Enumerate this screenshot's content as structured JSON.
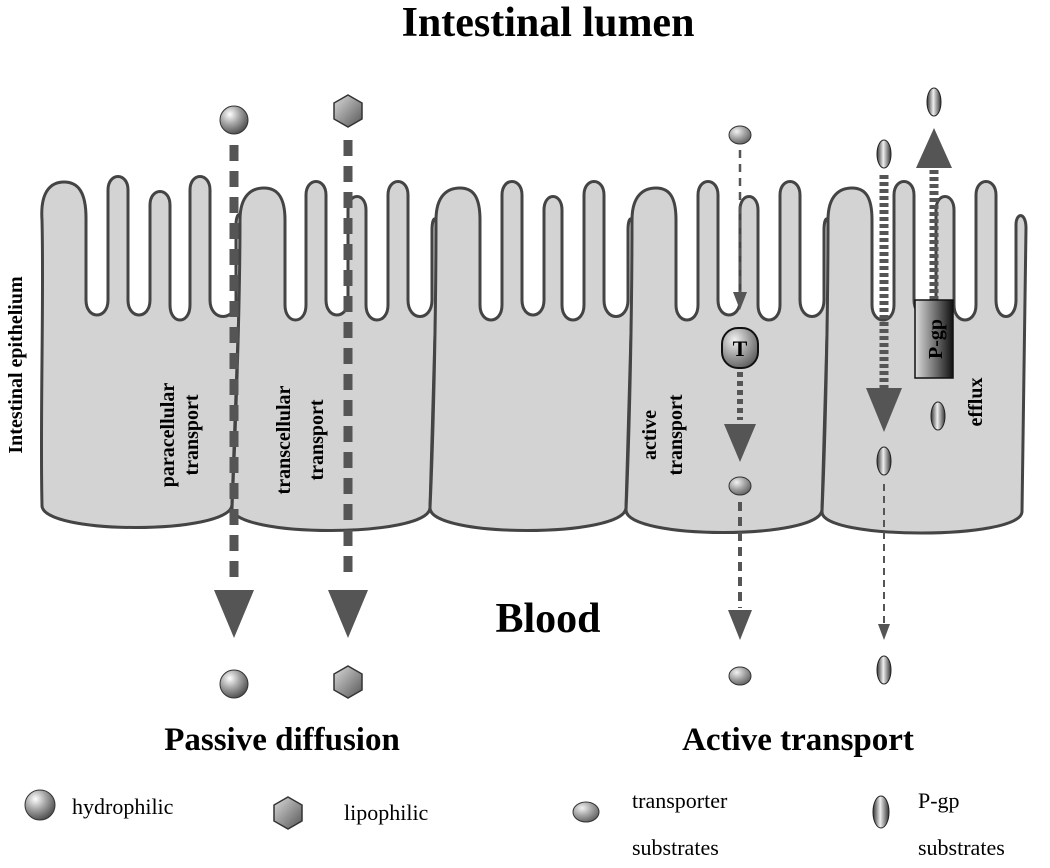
{
  "title": "Intestinal lumen",
  "epithelium_label": "Intestinal epithelium",
  "blood_label": "Blood",
  "pathways": {
    "paracellular": [
      "paracellular",
      "transport"
    ],
    "transcellular": [
      "transcellular",
      "transport"
    ],
    "active": [
      "active",
      "transport"
    ],
    "efflux": "efflux"
  },
  "transporter_label": "T",
  "pgp_label": "P-gp",
  "groups": {
    "passive": "Passive diffusion",
    "active": "Active transport"
  },
  "legend": {
    "hydrophilic": "hydrophilic",
    "lipophilic": "lipophilic",
    "transporter": [
      "transporter",
      "substrates"
    ],
    "pgp": [
      "P-gp",
      "substrates"
    ]
  }
}
